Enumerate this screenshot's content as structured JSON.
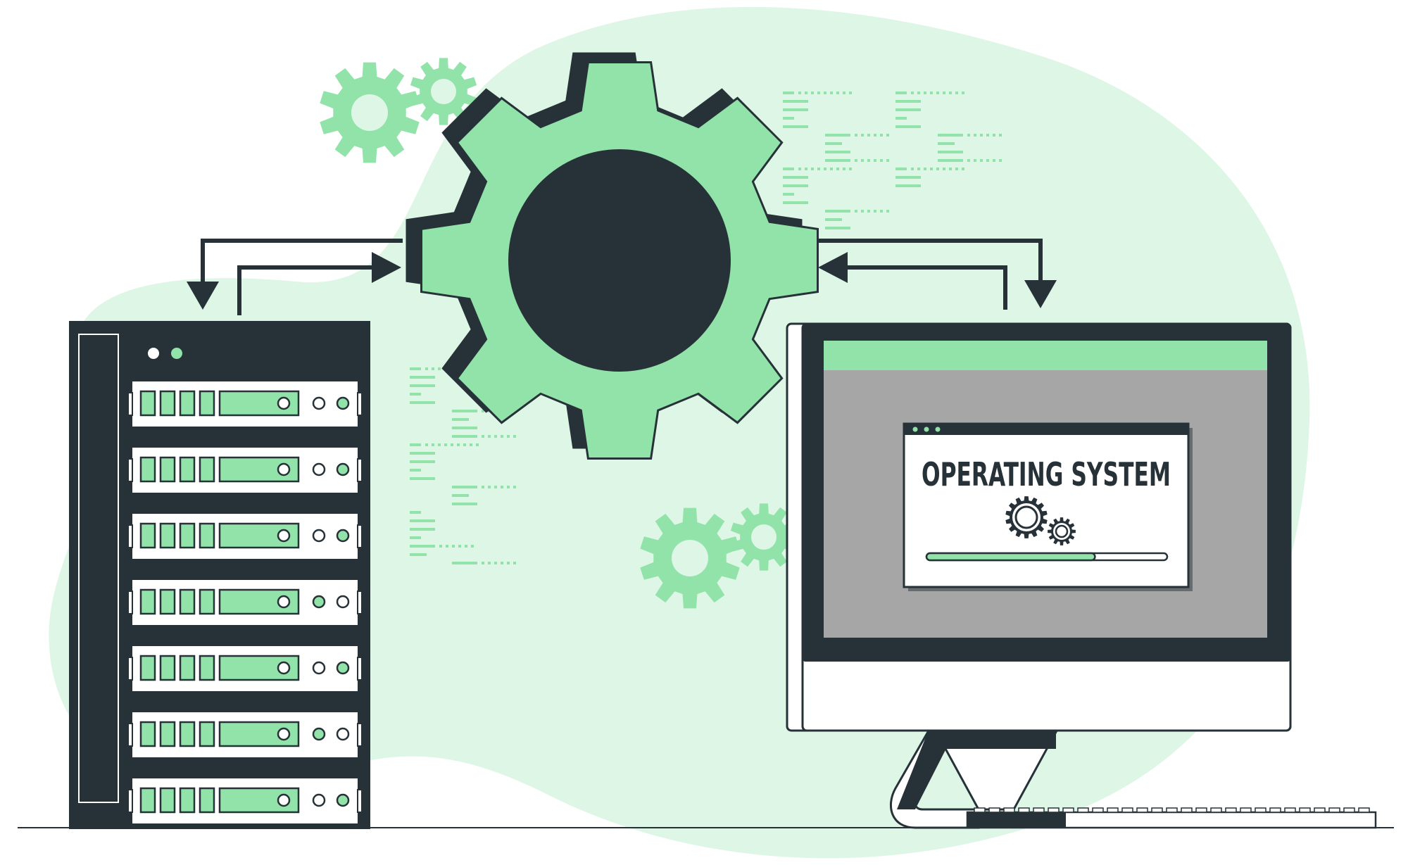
{
  "illustration": {
    "subject": "server-to-operating-system"
  },
  "screen": {
    "title": "OPERATING SYSTEM",
    "progress": 0.7
  },
  "colors": {
    "dark": "#263238",
    "accent": "#92e3a9",
    "accent_light": "#def6e5",
    "gray": "#a6a6a6",
    "white": "#ffffff"
  },
  "server": {
    "drive_count": 7,
    "indicator_pattern": [
      "right-green",
      "right-green",
      "right-green",
      "left-green",
      "right-green",
      "left-green",
      "right-green"
    ]
  },
  "icons": [
    "large-gear-icon",
    "small-gear-icon",
    "arrow-down-icon",
    "arrow-right-icon",
    "arrow-left-icon"
  ]
}
